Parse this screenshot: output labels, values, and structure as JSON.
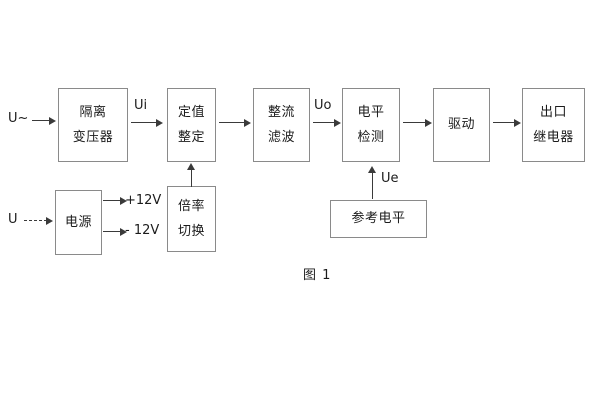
{
  "figure": {
    "caption": "图 1",
    "background_color": "#ffffff",
    "line_color": "#8a8a8a",
    "arrow_color": "#3a3a3a",
    "text_color": "#1b1b1b"
  },
  "inputs": {
    "ac_source": "U~",
    "dc_source": "U"
  },
  "signal_labels": {
    "ui": "Ui",
    "uo": "Uo",
    "ue": "Ue"
  },
  "power_rails": {
    "positive": "+12V",
    "negative": "- 12V"
  },
  "blocks": [
    {
      "id": "isolation-transformer",
      "lines": [
        "隔离",
        "变压器"
      ]
    },
    {
      "id": "setpoint-setting",
      "lines": [
        "定值",
        "整定"
      ]
    },
    {
      "id": "rectify-filter",
      "lines": [
        "整流",
        "滤波"
      ]
    },
    {
      "id": "level-detection",
      "lines": [
        "电平",
        "检测"
      ]
    },
    {
      "id": "driver",
      "lines": [
        "驱动"
      ]
    },
    {
      "id": "output-relay",
      "lines": [
        "出口",
        "继电器"
      ]
    },
    {
      "id": "power-supply",
      "lines": [
        "电源"
      ]
    },
    {
      "id": "multiplier-switch",
      "lines": [
        "倍率",
        "切换"
      ]
    },
    {
      "id": "reference-level",
      "lines": [
        "参考电平"
      ]
    }
  ]
}
